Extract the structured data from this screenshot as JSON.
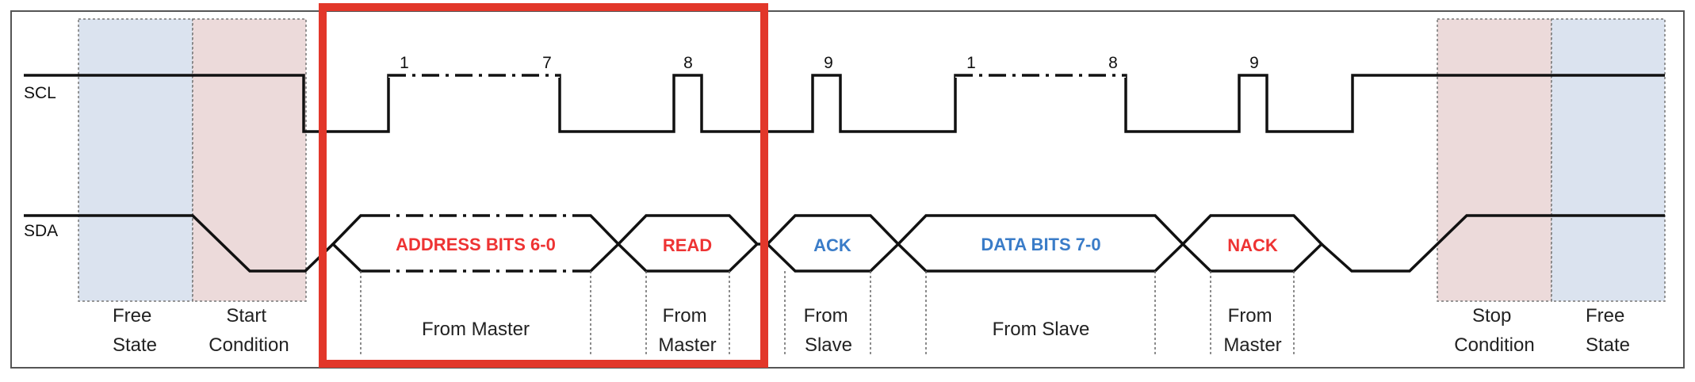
{
  "colors": {
    "free_state_fill": "#dbe3ef",
    "condition_fill": "#ecdada",
    "highlight_box": "#e2372a",
    "text_red": "#ee3333",
    "text_blue": "#3a7cc8",
    "line": "#111111"
  },
  "signals": {
    "scl": "SCL",
    "sda": "SDA"
  },
  "scl_bits": {
    "address_first": "1",
    "address_last": "7",
    "rw": "8",
    "ack": "9",
    "data_first": "1",
    "data_last": "8",
    "nack": "9"
  },
  "fields": {
    "address": "ADDRESS BITS 6-0",
    "read": "READ",
    "ack": "ACK",
    "data": "DATA BITS 7-0",
    "nack": "NACK"
  },
  "captions": {
    "free_state_left": [
      "Free",
      "State"
    ],
    "start_condition": [
      "Start",
      "Condition"
    ],
    "from_master_address": "From Master",
    "from_master_read": [
      "From",
      "Master"
    ],
    "from_slave_ack": [
      "From",
      "Slave"
    ],
    "from_slave_data": "From Slave",
    "from_master_nack": [
      "From",
      "Master"
    ],
    "stop_condition": [
      "Stop",
      "Condition"
    ],
    "free_state_right": [
      "Free",
      "State"
    ]
  }
}
